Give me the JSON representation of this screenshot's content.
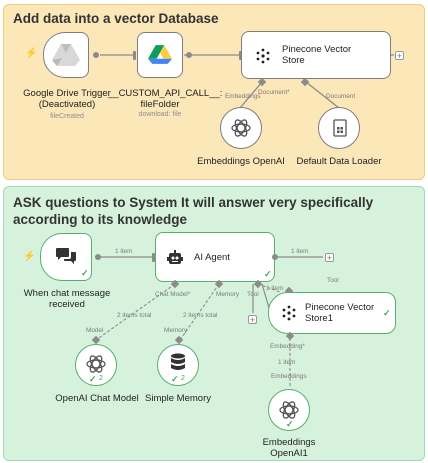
{
  "section1": {
    "title": "Add data into a vector Database",
    "nodes": {
      "drive_trigger": {
        "label": "Google Drive Trigger\n(Deactivated)",
        "sub": "fileCreated"
      },
      "custom_api": {
        "label": "__CUSTOM_API_CALL__:\nfileFolder",
        "sub": "download: file"
      },
      "pinecone": {
        "label": "Pinecone Vector\nStore"
      },
      "embeddings": {
        "label": "Embeddings OpenAI"
      },
      "loader": {
        "label": "Default Data Loader"
      }
    },
    "ports": {
      "embeddings": "Embeddings",
      "document": "Document*",
      "document2": "Document"
    }
  },
  "section2": {
    "title": "ASK questions to System It will answer very specifically according to its knowledge",
    "nodes": {
      "chat_trigger": {
        "label": "When chat message\nreceived"
      },
      "ai_agent": {
        "label": "AI Agent"
      },
      "pinecone": {
        "label": "Pinecone Vector\nStore1"
      },
      "chat_model": {
        "label": "OpenAI Chat Model",
        "count": "2"
      },
      "memory": {
        "label": "Simple Memory",
        "count": "2"
      },
      "embeddings": {
        "label": "Embeddings\nOpenAI1"
      }
    },
    "ports": {
      "chat_model": "Chat Model*",
      "memory": "Memory",
      "tool": "Tool",
      "model": "Model",
      "memory2": "Memory",
      "tool2": "Tool",
      "embedding": "Embedding*",
      "embeddings": "Embeddings"
    },
    "edges": {
      "trigger_agent": "1 item",
      "agent_out": "1 item",
      "model_items": "2 items total",
      "memory_items": "2 items total",
      "tool_item": "1 item",
      "emb_item": "1 item"
    }
  },
  "colors": {
    "section1_bg": "#fbe7b8",
    "section2_bg": "#d6f2dd",
    "success": "#4aa25f",
    "trigger_bolt": "#ff6b5e"
  },
  "icons": {
    "drive_trigger": "google-drive-icon",
    "custom_api": "google-drive-icon",
    "pinecone": "pinecone-icon",
    "openai": "openai-icon",
    "loader": "document-icon",
    "chat": "chat-bubbles-icon",
    "agent": "robot-icon",
    "memory": "database-icon",
    "trigger": "lightning-icon",
    "add": "plus-icon"
  }
}
